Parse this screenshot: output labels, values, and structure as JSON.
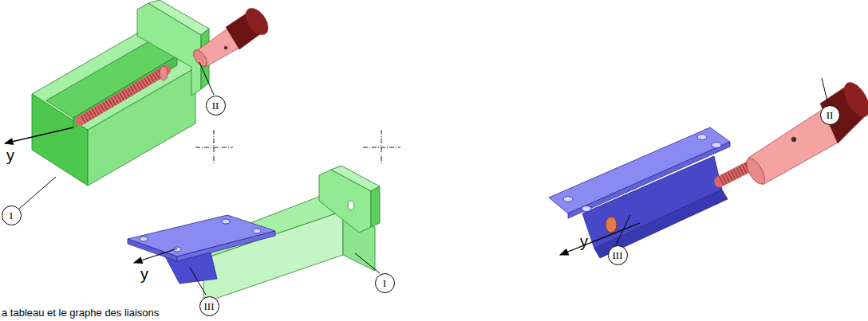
{
  "diagram": {
    "nodes": [
      {
        "text": [
          "I"
        ]
      },
      {
        "text": [
          "II"
        ]
      },
      {
        "text": [
          "III"
        ]
      },
      {
        "text": [
          "I"
        ]
      },
      {
        "text": [
          "III"
        ]
      },
      {
        "text": [
          "II"
        ]
      }
    ],
    "labels": [
      "y",
      "y",
      "y",
      "a tableau et le graphe des liaisons"
    ]
  }
}
